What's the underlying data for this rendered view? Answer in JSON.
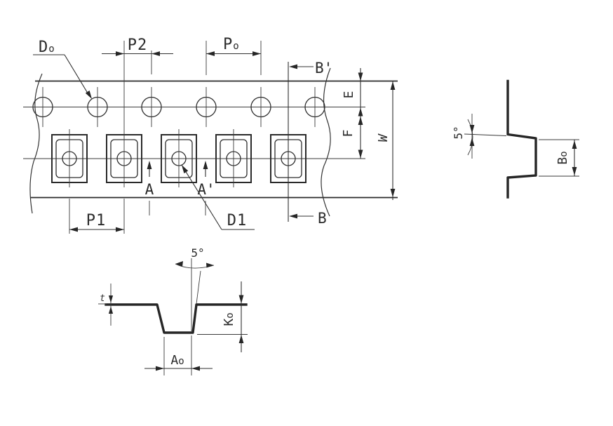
{
  "drawing": {
    "background": "#ffffff",
    "line_color": "#2e2e2e",
    "plan_view": {
      "sprocket_hole_count": 6,
      "pocket_count": 5,
      "labels": {
        "do_main": "D",
        "do_sub": "o",
        "p2": "P2",
        "po_main": "P",
        "po_sub": "o",
        "b_prime": "B'",
        "e": "E",
        "f": "F",
        "w": "W",
        "p1": "P1",
        "d1": "D1",
        "a": "A",
        "a_prime": "A'",
        "b": "B"
      }
    },
    "side_section_view": {
      "labels": {
        "angle": "5°",
        "bo_main": "B",
        "bo_sub": "o"
      }
    },
    "end_section_view": {
      "labels": {
        "angle": "5°",
        "thickness": "t",
        "ko_main": "K",
        "ko_sub": "o",
        "ao_main": "A",
        "ao_sub": "o"
      }
    }
  }
}
